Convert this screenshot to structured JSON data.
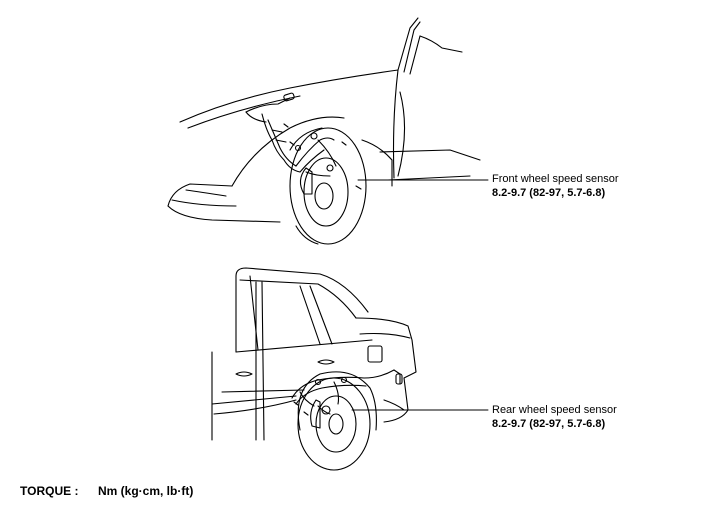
{
  "callouts": {
    "front": {
      "name": "Front wheel speed sensor",
      "spec": "8.2-9.7  (82-97,  5.7-6.8)"
    },
    "rear": {
      "name": "Rear wheel speed sensor",
      "spec": "8.2-9.7  (82-97,  5.7-6.8)"
    }
  },
  "legend": {
    "label": "TORQUE  :",
    "units": "Nm  (kg·cm,  lb·ft)"
  }
}
